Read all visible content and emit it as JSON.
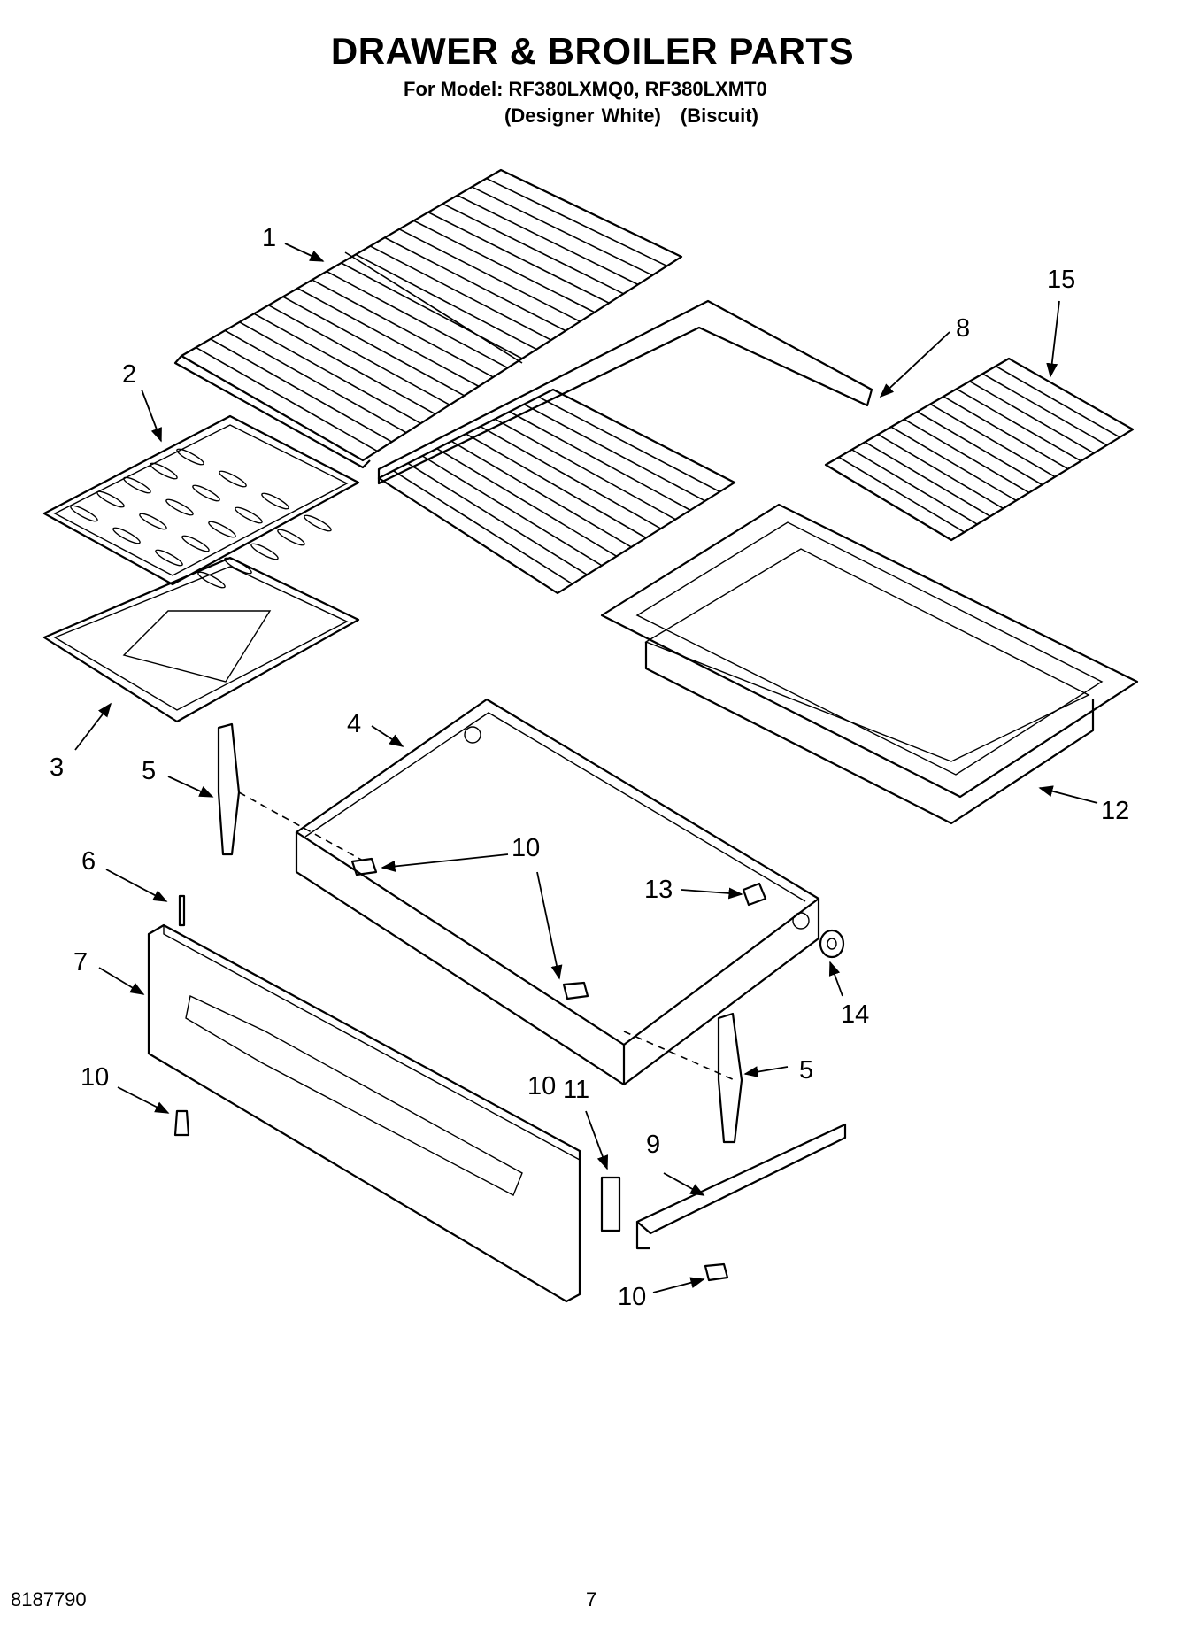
{
  "header": {
    "title": "DRAWER & BROILER PARTS",
    "model_line": "For Model: RF380LXMQ0, RF380LXMT0",
    "variants": [
      "(Designer White)",
      "(Biscuit)"
    ]
  },
  "callouts": [
    "1",
    "2",
    "3",
    "4",
    "5",
    "5",
    "6",
    "7",
    "8",
    "9",
    "10",
    "10",
    "10",
    "10",
    "11",
    "12",
    "13",
    "14",
    "15"
  ],
  "footer": {
    "code": "8187790",
    "page": "7"
  }
}
